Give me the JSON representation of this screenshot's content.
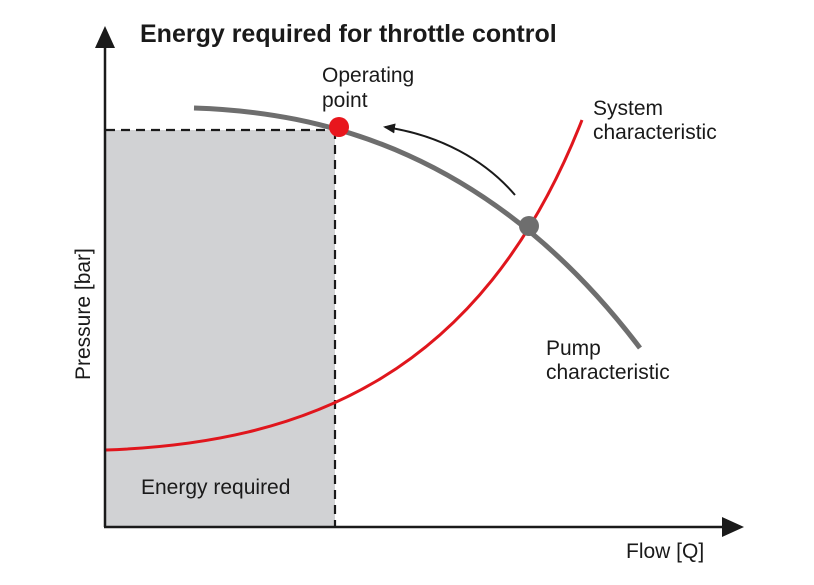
{
  "title": "Energy required for throttle control",
  "axes": {
    "x_label": "Flow [Q]",
    "y_label": "Pressure [bar]"
  },
  "labels": {
    "operating_point": [
      "Operating",
      "point"
    ],
    "system_characteristic": [
      "System",
      "characteristic"
    ],
    "pump_characteristic": [
      "Pump",
      "characteristic"
    ],
    "energy_required": "Energy required"
  },
  "colors": {
    "system_curve": "#e0161d",
    "pump_curve": "#6e6e6e",
    "operating_point_marker": "#e8161d",
    "intersection_marker": "#6e6e6e",
    "energy_area": "#d1d2d4",
    "axis": "#1a1a1a"
  }
}
